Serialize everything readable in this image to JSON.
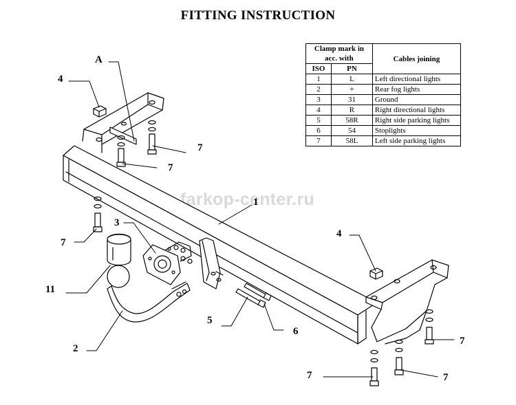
{
  "title": "FITTING INSTRUCTION",
  "watermark": "farkop-center.ru",
  "table": {
    "header_clamp": "Clamp mark in acc. with",
    "header_cables": "Cables joining",
    "header_iso": "ISO",
    "header_pn": "PN",
    "rows": [
      {
        "iso": "1",
        "pn": "L",
        "cable": "Left directional lights"
      },
      {
        "iso": "2",
        "pn": "+",
        "cable": "Rear fog lights"
      },
      {
        "iso": "3",
        "pn": "31",
        "cable": "Ground"
      },
      {
        "iso": "4",
        "pn": "R",
        "cable": "Right directional lights"
      },
      {
        "iso": "5",
        "pn": "58R",
        "cable": "Right side parking lights"
      },
      {
        "iso": "6",
        "pn": "54",
        "cable": "Stoplights"
      },
      {
        "iso": "7",
        "pn": "58L",
        "cable": "Left side parking lights"
      }
    ]
  },
  "labels": {
    "a": "A",
    "n1": "1",
    "n2": "2",
    "n3": "3",
    "n4_left": "4",
    "n4_right": "4",
    "n5": "5",
    "n6": "6",
    "n7_top_right": "7",
    "n7_mid": "7",
    "n7_left": "7",
    "n7_right_upper": "7",
    "n7_bottom_left": "7",
    "n7_bottom_right": "7",
    "n11": "11"
  }
}
